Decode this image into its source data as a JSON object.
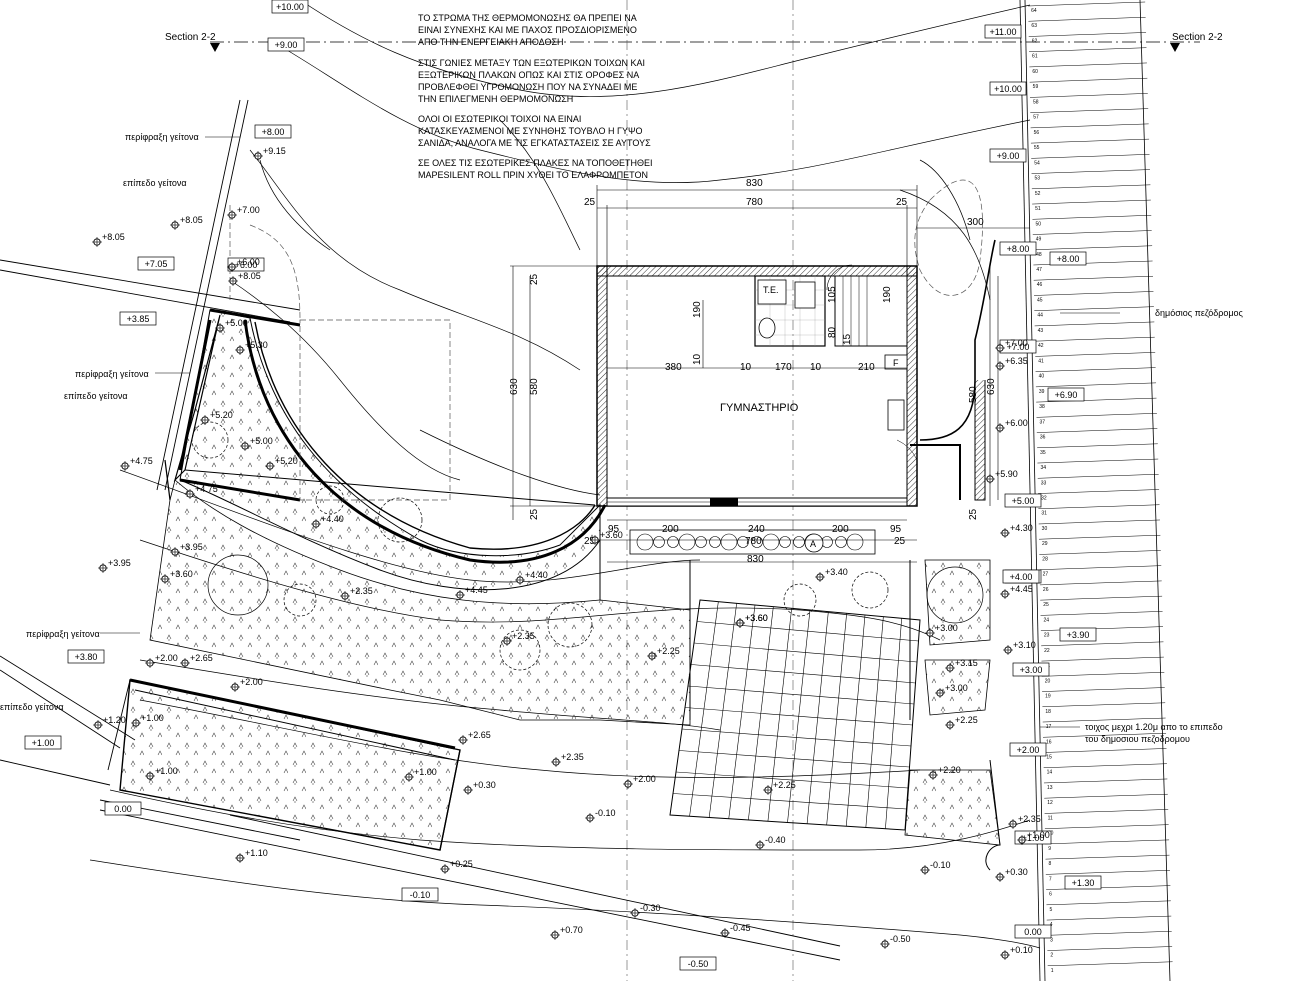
{
  "section": {
    "left": "Section 2-2",
    "right": "Section 2-2"
  },
  "notes": [
    "ΤΟ ΣΤΡΩΜΑ ΤΗΣ ΘΕΡΜΟΜΟΝΩΣΗΣ ΘΑ ΠΡΕΠΕΙ ΝΑ",
    "ΕΙΝΑΙ ΣΥΝΕΧΗΣ ΚΑΙ ΜΕ ΠΑΧΟΣ ΠΡΟΣΔΙΟΡΙΣΜΕΝΟ",
    "ΑΠΟ ΤΗΝ ΕΝΕΡΓΕΙΑΚΗ ΑΠΟΔΟΣΗ",
    "ΣΤΙΣ ΓΩΝΙΕΣ ΜΕΤΑΞΥ ΤΩΝ ΕΞΩΤΕΡΙΚΩΝ ΤΟΙΧΩΝ ΚΑΙ",
    "ΕΞΩΤΕΡΙΚΩΝ ΠΛΑΚΩΝ ΟΠΩΣ ΚΑΙ ΣΤΙΣ ΟΡΟΦΕΣ ΝΑ",
    "ΠΡΟΒΛΕΦΘΕΙ ΥΓΡΟΜΟΝΩΣΗ ΠΟΥ ΝΑ ΣΥΝΑΔΕΙ ΜΕ",
    "ΤΗΝ ΕΠΙΛΕΓΜΕΝΗ ΘΕΡΜΟΜΟΝΩΣΗ",
    "ΟΛΟΙ ΟΙ ΕΣΩΤΕΡΙΚΟΙ ΤΟΙΧΟΙ ΝΑ ΕΙΝΑΙ",
    "ΚΑΤΑΣΚΕΥΑΣΜΕΝΟΙ ΜΕ ΣΥΝΗΘΗΣ ΤΟΥΒΛΟ Η ΓΥΨΟ",
    "ΣΑΝΙΔΑ, ΑΝΑΛΟΓΑ ΜΕ ΤΙΣ ΕΓΚΑΤΑΣΤΑΣΕΙΣ ΣΕ ΑΥΤΟΥΣ",
    "ΣΕ ΟΛΕΣ ΤΙΣ ΕΣΩΤΕΡΙΚΕΣ ΠΛΑΚΕΣ ΝΑ ΤΟΠΟΘΕΤΗΘΕΙ",
    "MAPESILENT ROLL ΠΡΙΝ ΧΥΘΕΙ ΤΟ ΕΛΑΦΡΟΜΠΕΤΟΝ"
  ],
  "labels": {
    "fence1": "περίφραξη γείτονα",
    "neighbor1": "επίπεδο γείτονα",
    "fence2": "περίφραξη γείτονα",
    "neighbor2": "επίπεδο γείτονα",
    "fence3": "περίφραξη γείτονα",
    "neighbor3": "επίπεδο γείτονα",
    "footpath": "δημόσιος πεζόδρομος",
    "wall1": "τοιχος μεχρι 1.20μ απο το επιπεδο",
    "wall2": "του δημοσιου πεζοδρομου"
  },
  "room": {
    "name": "ΓΥΜΝΑΣΤΗΡΙΟ",
    "wc": "T.E.",
    "f": "F",
    "a": "A"
  },
  "dims": {
    "d830": "830",
    "d780": "780",
    "d25a": "25",
    "d25b": "25",
    "d300": "300",
    "d630l": "630",
    "d580l": "580",
    "d25l1": "25",
    "d25l2": "25",
    "d190": "190",
    "d10a": "10",
    "d105": "105",
    "d80": "80",
    "d15": "15",
    "d190b": "190",
    "d380": "380",
    "d10b": "10",
    "d170": "170",
    "d10c": "10",
    "d210": "210",
    "d630r": "630",
    "d580r": "580",
    "d25r": "25",
    "d95a": "95",
    "d200a": "200",
    "d240": "240",
    "d200b": "200",
    "d95b": "95",
    "d25c": "25",
    "d780b": "780",
    "d25d": "25",
    "d830b": "830"
  },
  "boxes": [
    "+10.00",
    "+9.00",
    "+11.00",
    "+10.00",
    "+9.00",
    "+8.00",
    "+8.00",
    "+8.00",
    "+7.00",
    "+6.00",
    "+7.05",
    "+3.85",
    "+4.00",
    "+5.00",
    "+6.90",
    "+4.00",
    "+3.00",
    "+3.90",
    "+2.00",
    "+1.00",
    "+1.30",
    "+3.80",
    "+1.00",
    "0.00",
    "-0.10",
    "-0.50",
    "0.00"
  ],
  "levels": [
    "+9.15",
    "+8.05",
    "+8.05",
    "+8.05",
    "+5.00",
    "+5.30",
    "+5.20",
    "+5.00",
    "+4.75",
    "+4.75",
    "+5.20",
    "+4.40",
    "+3.95",
    "+3.95",
    "+3.60",
    "+3.60",
    "+4.40",
    "+4.45",
    "+2.35",
    "+2.35",
    "+2.25",
    "+3.40",
    "+3.60",
    "+4.30",
    "+4.45",
    "+3.00",
    "+3.10",
    "+3.15",
    "+3.00",
    "+2.00",
    "+2.65",
    "+2.00",
    "+1.00",
    "+1.00",
    "+1.00",
    "+2.65",
    "+2.35",
    "+2.00",
    "+0.30",
    "-0.10",
    "+2.25",
    "+2.25",
    "+2.20",
    "-0.40",
    "+2.35",
    "+1.00",
    "-0.10",
    "+0.30",
    "+0.25",
    "+1.10",
    "-0.30",
    "-0.45",
    "+0.70",
    "-0.50",
    "+0.10",
    "+6.35",
    "+6.00",
    "+5.90",
    "+3.60",
    "+7.00",
    "+1.20",
    "+6.00",
    "+7.00"
  ],
  "stair_numbers": [
    "64",
    "63",
    "62",
    "61",
    "60",
    "59",
    "58",
    "57",
    "56",
    "55",
    "54",
    "53",
    "52",
    "51",
    "50",
    "49",
    "48",
    "47",
    "46",
    "45",
    "44",
    "43",
    "42",
    "41",
    "40",
    "39",
    "38",
    "37",
    "36",
    "35",
    "34",
    "33",
    "32",
    "31",
    "30",
    "29",
    "28",
    "27",
    "26",
    "25",
    "24",
    "23",
    "22",
    "21",
    "20",
    "19",
    "18",
    "17",
    "16",
    "15",
    "14",
    "13",
    "12",
    "11",
    "10",
    "9",
    "8",
    "7",
    "6",
    "5",
    "4",
    "3",
    "2",
    "1"
  ]
}
